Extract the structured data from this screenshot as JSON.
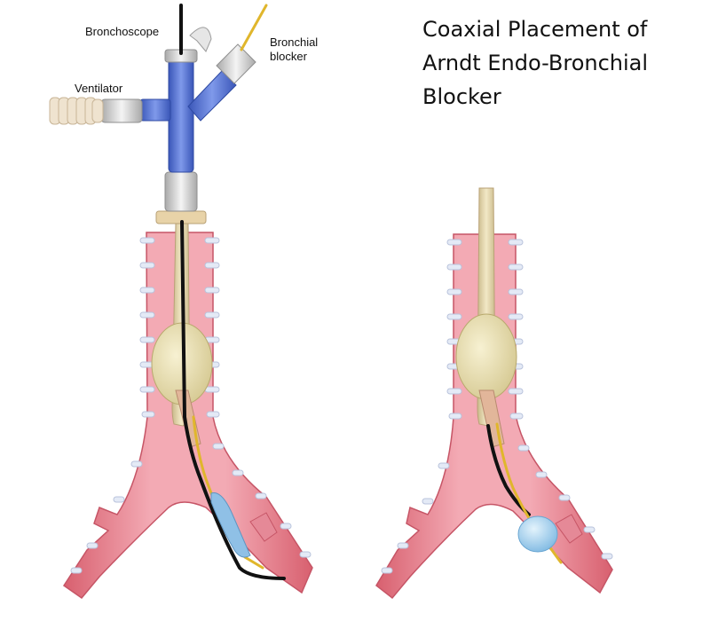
{
  "title": {
    "line1": "Coaxial Placement of",
    "line2": "Arndt Endo-Bronchial",
    "line3": "Blocker"
  },
  "labels": {
    "bronchoscope": "Bronchoscope",
    "bronchial_blocker_line1": "Bronchial",
    "bronchial_blocker_line2": "blocker",
    "ventilator": "Ventilator"
  },
  "colors": {
    "airway": "#ee9aa6",
    "airway_dark": "#d8606f",
    "cartilage": "#e4eaf6",
    "adapter_blue": "#4d6fd6",
    "tube": "#e8d9b0",
    "cuff": "#ece3b4",
    "blocker_wire": "#e0b62c",
    "scope_black": "#111111",
    "balloon": "#a9d4f0"
  }
}
